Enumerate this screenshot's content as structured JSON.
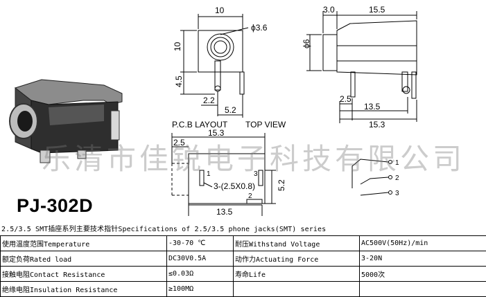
{
  "drawing": {
    "top_view_width": "10",
    "hole_diameter": "ϕ3.6",
    "top_view_height": "10",
    "pin_height": "4.5",
    "pin_offset_a": "2.2",
    "pin_offset_b": "5.2",
    "side_front": "3.0",
    "side_length": "15.5",
    "side_diameter": "ϕ6",
    "side_pin_a": "2.5",
    "side_pin_b": "13.5",
    "side_total": "15.3",
    "pcb_layout_label": "P.C.B LAYOUT",
    "top_view_label": "TOP VIEW",
    "pcb_width": "15.3",
    "pcb_offset": "2.5",
    "pad_1": "1",
    "pad_3": "3",
    "pad_2": "2",
    "pad_size": "3-(2.5X0.8)",
    "pcb_height": "5.2",
    "pcb_pad_span": "13.5",
    "schem_1": "1",
    "schem_2": "2",
    "schem_3": "3"
  },
  "watermark": "乐清市佳锐电子科技有限公司",
  "model": "PJ-302D",
  "caption": "2.5/3.5 SMT插座系列主要技术指针Specifications of 2.5/3.5 phone jacks(SMT) series",
  "specs": [
    [
      "使用温度范围Temperature",
      "-30-70 ℃",
      "耐压Withstand Voltage",
      "AC500V(50Hz)/min"
    ],
    [
      "额定负荷Rated load",
      "DC30V0.5A",
      "动作力Actuating Force",
      "3-20N"
    ],
    [
      "接触电阻Contact Resistance",
      "≤0.03Ω",
      "寿命Life",
      "5000次"
    ],
    [
      "绝缘电阻Insulation Resistance",
      "≥100MΩ",
      "",
      ""
    ]
  ],
  "colors": {
    "line": "#000000",
    "jack_body": "#3a3a3a",
    "watermark": "#8a8a8a"
  }
}
